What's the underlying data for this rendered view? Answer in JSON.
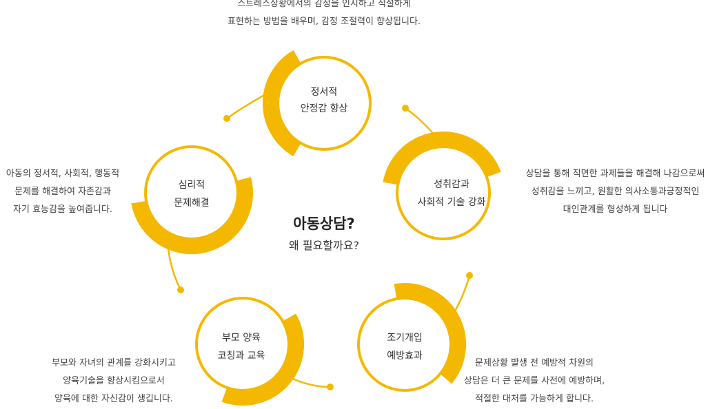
{
  "center": {
    "title": "아동상담?",
    "subtitle": "왜 필요할까요?"
  },
  "nodes": [
    {
      "line1": "정서적",
      "line2": "안정감 향상"
    },
    {
      "line1": "성취감과",
      "line2": "사회적 기술 강화"
    },
    {
      "line1": "조기개입",
      "line2": "예방효과"
    },
    {
      "line1": "부모 양육",
      "line2": "코칭과 교육"
    },
    {
      "line1": "심리적",
      "line2": "문제해결"
    }
  ],
  "descriptions": {
    "top": [
      "스트레스상황에서의 감정을 인지하고 적절하게",
      "표현하는 방법을 배우며, 감정 조절력이 향상됩니다."
    ],
    "right": [
      "상담을 통해 직면한 과제들을 해결해 나감으로써",
      "성취감을 느끼고, 원활한 의사소통과긍정적인",
      "대인관계를 형성하게 됩니다"
    ],
    "bottom_right": [
      "문제상황 발생 전 예방적 차원의",
      "상담은 더 큰 문제를 사전에 예방하며,",
      "적절한 대처를 가능하게 합니다."
    ],
    "bottom_left": [
      "부모와 자녀의 관계를 강화시키고",
      "양육기술을 향상시킴으로서",
      "양육에 대한 자신감이 생깁니다."
    ],
    "left": [
      "아동의 정서적, 사회적, 행동적",
      "문제를 해결하여 자존감과",
      "자기 효능감을 높여줍니다."
    ]
  },
  "colors": {
    "accent": "#f5b800",
    "text": "#333333"
  }
}
